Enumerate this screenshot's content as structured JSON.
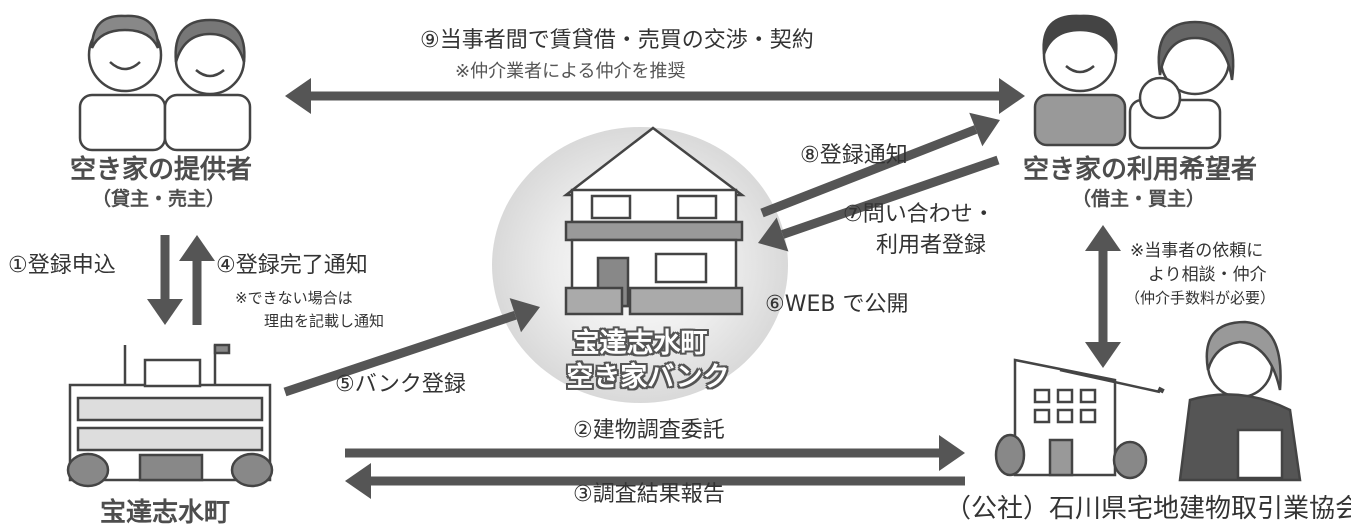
{
  "actors": {
    "provider": {
      "label": "空き家の提供者",
      "sub": "（貸主・売主）"
    },
    "user": {
      "label": "空き家の利用希望者",
      "sub": "（借主・買主）"
    },
    "town": {
      "label": "宝達志水町"
    },
    "association": {
      "label": "（公社）石川県宅地建物取引業協会"
    },
    "bank": {
      "line1": "宝達志水町",
      "line2": "空き家バンク"
    }
  },
  "steps": {
    "s1": "①登録申込",
    "s2": "②建物調査委託",
    "s3": "③調査結果報告",
    "s4": "④登録完了通知",
    "s4_note1": "※できない場合は",
    "s4_note2": "理由を記載し通知",
    "s5": "⑤バンク登録",
    "s6": "⑥WEB で公開",
    "s7_line1": "⑦問い合わせ・",
    "s7_line2": "利用者登録",
    "s8": "⑧登録通知",
    "s9": "⑨当事者間で賃貸借・売買の交渉・契約",
    "s9_note": "※仲介業者による仲介を推奨",
    "assoc_note1": "※当事者の依頼に",
    "assoc_note2": "より相談・仲介",
    "assoc_note3": "（仲介手数料が必要）"
  },
  "colors": {
    "arrow": "#555555",
    "label": "#4d4d4d",
    "cloud": "#e9e9e9"
  }
}
